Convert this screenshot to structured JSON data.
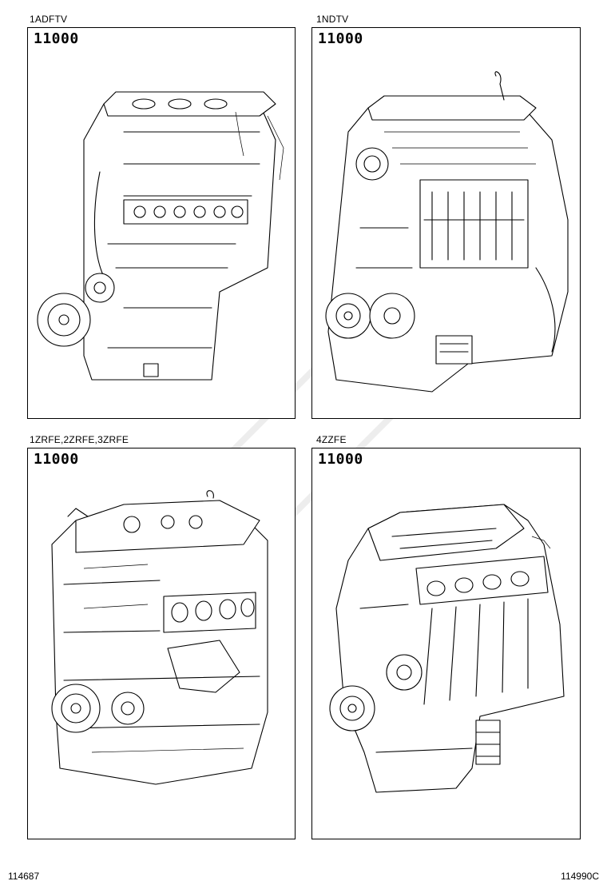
{
  "panels": [
    {
      "engine_label": "1ADFTV",
      "part_number": "11000"
    },
    {
      "engine_label": "1NDTV",
      "part_number": "11000"
    },
    {
      "engine_label": "1ZRFE,2ZRFE,3ZRFE",
      "part_number": "11000"
    },
    {
      "engine_label": "4ZZFE",
      "part_number": "11000"
    }
  ],
  "footer": {
    "left_code": "114687",
    "right_code": "114990C"
  },
  "icons": [
    "engine-assembly-drawing"
  ]
}
